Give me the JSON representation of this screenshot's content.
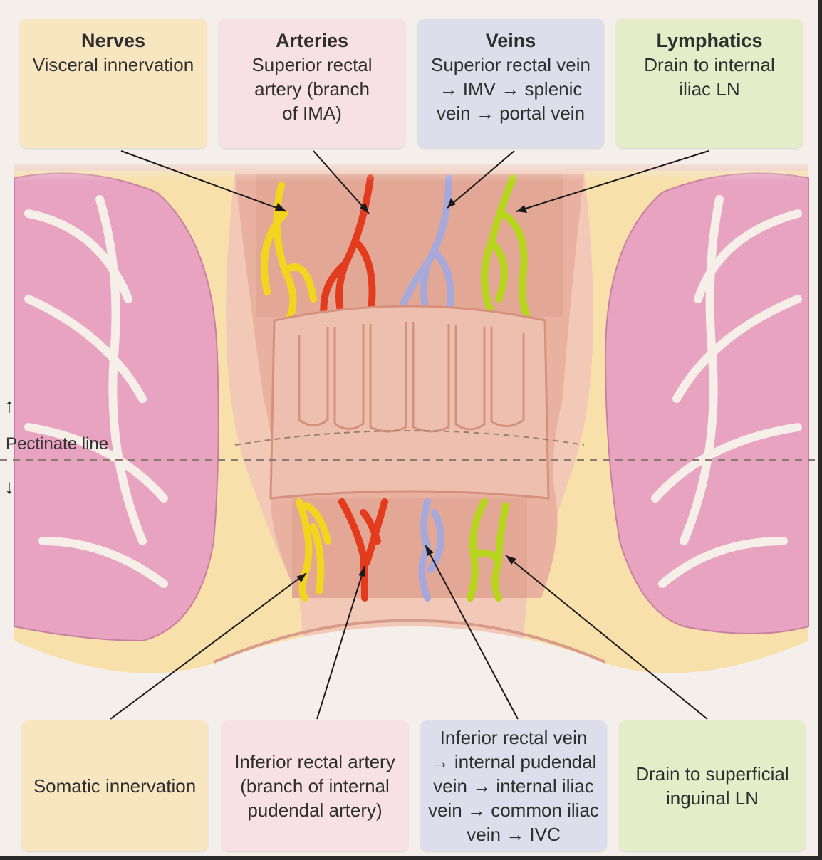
{
  "top_boxes": {
    "nerves": {
      "title": "Nerves",
      "lines": [
        "Visceral innervation"
      ]
    },
    "arteries": {
      "title": "Arteries",
      "lines": [
        "Superior rectal",
        "artery (branch",
        "of IMA)"
      ]
    },
    "veins": {
      "title": "Veins",
      "lines": [
        "Superior rectal vein",
        "→ IMV → splenic",
        "vein → portal vein"
      ]
    },
    "lymphatics": {
      "title": "Lymphatics",
      "lines": [
        "Drain to internal",
        "iliac LN"
      ]
    }
  },
  "bottom_boxes": {
    "nerves": {
      "lines": [
        "Somatic innervation"
      ]
    },
    "arteries": {
      "lines": [
        "Inferior rectal artery",
        "(branch of internal",
        "pudendal artery)"
      ]
    },
    "veins": {
      "lines": [
        "Inferior rectal vein",
        "→ internal pudendal",
        "vein → internal iliac",
        "vein → common iliac",
        "vein → IVC"
      ]
    },
    "lymphatics": {
      "lines": [
        "Drain to superficial",
        "inguinal LN"
      ]
    }
  },
  "pectinate": {
    "label": "Pectinate line",
    "up_arrow": "↑",
    "down_arrow": "↓"
  },
  "colors": {
    "nerve": "#f2d51f",
    "artery": "#e33b1e",
    "vein": "#a7a9db",
    "lymph": "#b6d51c",
    "muscle": "#e9a6bf",
    "tissue": "#efc7b4"
  }
}
